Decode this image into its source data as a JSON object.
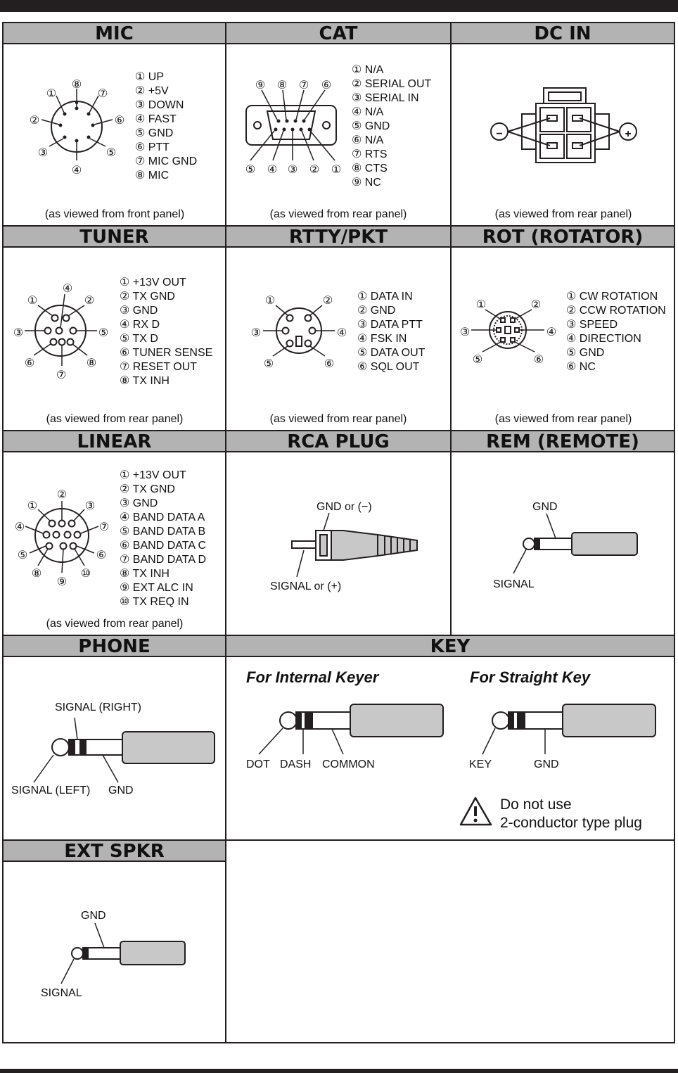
{
  "sections": {
    "mic": {
      "title": "MIC",
      "pins": [
        "① UP",
        "② +5V",
        "③ DOWN",
        "④ FAST",
        "⑤ GND",
        "⑥ PTT",
        "⑦ MIC GND",
        "⑧ MIC"
      ],
      "nums": [
        "①",
        "②",
        "③",
        "④",
        "⑤",
        "⑥",
        "⑦",
        "⑧"
      ],
      "caption": "(as  viewed from front panel)"
    },
    "cat": {
      "title": "CAT",
      "pins": [
        "① N/A",
        "② SERIAL OUT",
        "③ SERIAL IN",
        "④ N/A",
        "⑤ GND",
        "⑥ N/A",
        "⑦ RTS",
        "⑧ CTS",
        "⑨ NC"
      ],
      "nums": [
        "①",
        "②",
        "③",
        "④",
        "⑤",
        "⑥",
        "⑦",
        "⑧",
        "⑨"
      ],
      "caption": "(as  viewed from rear panel)"
    },
    "dcin": {
      "title": "DC IN",
      "minus": "−",
      "plus": "+",
      "caption": "(as  viewed from rear panel)"
    },
    "tuner": {
      "title": "TUNER",
      "pins": [
        "① +13V OUT",
        "② TX GND",
        "③ GND",
        "④ RX D",
        "⑤ TX D",
        "⑥ TUNER SENSE",
        "⑦ RESET OUT",
        "⑧ TX INH"
      ],
      "nums": [
        "①",
        "②",
        "③",
        "④",
        "⑤",
        "⑥",
        "⑦",
        "⑧"
      ],
      "caption": "(as  viewed from rear panel)"
    },
    "rtty": {
      "title": "RTTY/PKT",
      "pins": [
        "① DATA IN",
        "② GND",
        "③ DATA PTT",
        "④ FSK IN",
        "⑤ DATA OUT",
        "⑥ SQL OUT"
      ],
      "nums": [
        "①",
        "②",
        "③",
        "④",
        "⑤",
        "⑥"
      ],
      "caption": "(as  viewed from rear panel)"
    },
    "rot": {
      "title": "ROT (ROTATOR)",
      "pins": [
        "① CW ROTATION",
        "② CCW ROTATION",
        "③ SPEED",
        "④ DIRECTION",
        "⑤ GND",
        "⑥ NC"
      ],
      "nums": [
        "①",
        "②",
        "③",
        "④",
        "⑤",
        "⑥"
      ],
      "caption": "(as  viewed from rear panel)"
    },
    "linear": {
      "title": "LINEAR",
      "pins": [
        "① +13V OUT",
        "② TX GND",
        "③ GND",
        "④ BAND DATA A",
        "⑤ BAND DATA B",
        "⑥ BAND DATA C",
        "⑦ BAND DATA D",
        "⑧ TX INH",
        "⑨ EXT ALC IN",
        "⑩ TX REQ IN"
      ],
      "nums": [
        "①",
        "②",
        "③",
        "④",
        "⑤",
        "⑥",
        "⑦",
        "⑧",
        "⑨",
        "⑩"
      ],
      "caption": "(as  viewed from rear panel)"
    },
    "rca": {
      "title": "RCA PLUG",
      "gnd": "GND or (−)",
      "signal": "SIGNAL or (+)"
    },
    "rem": {
      "title": "REM (REMOTE)",
      "gnd": "GND",
      "signal": "SIGNAL"
    },
    "phone": {
      "title": "PHONE",
      "right": "SIGNAL (RIGHT)",
      "left": "SIGNAL (LEFT)",
      "gnd": "GND"
    },
    "key": {
      "title": "KEY",
      "internal_title": "For Internal Keyer",
      "straight_title": "For Straight Key",
      "dot": "DOT",
      "dash": "DASH",
      "common": "COMMON",
      "key": "KEY",
      "gnd": "GND",
      "warning_line1": "Do not use",
      "warning_line2": "2-conductor type plug"
    },
    "extspkr": {
      "title": "EXT SPKR",
      "gnd": "GND",
      "signal": "SIGNAL"
    }
  },
  "colors": {
    "header_bg": "#b3b3b3",
    "plug_fill": "#c8c8c8",
    "line": "#231f20"
  }
}
